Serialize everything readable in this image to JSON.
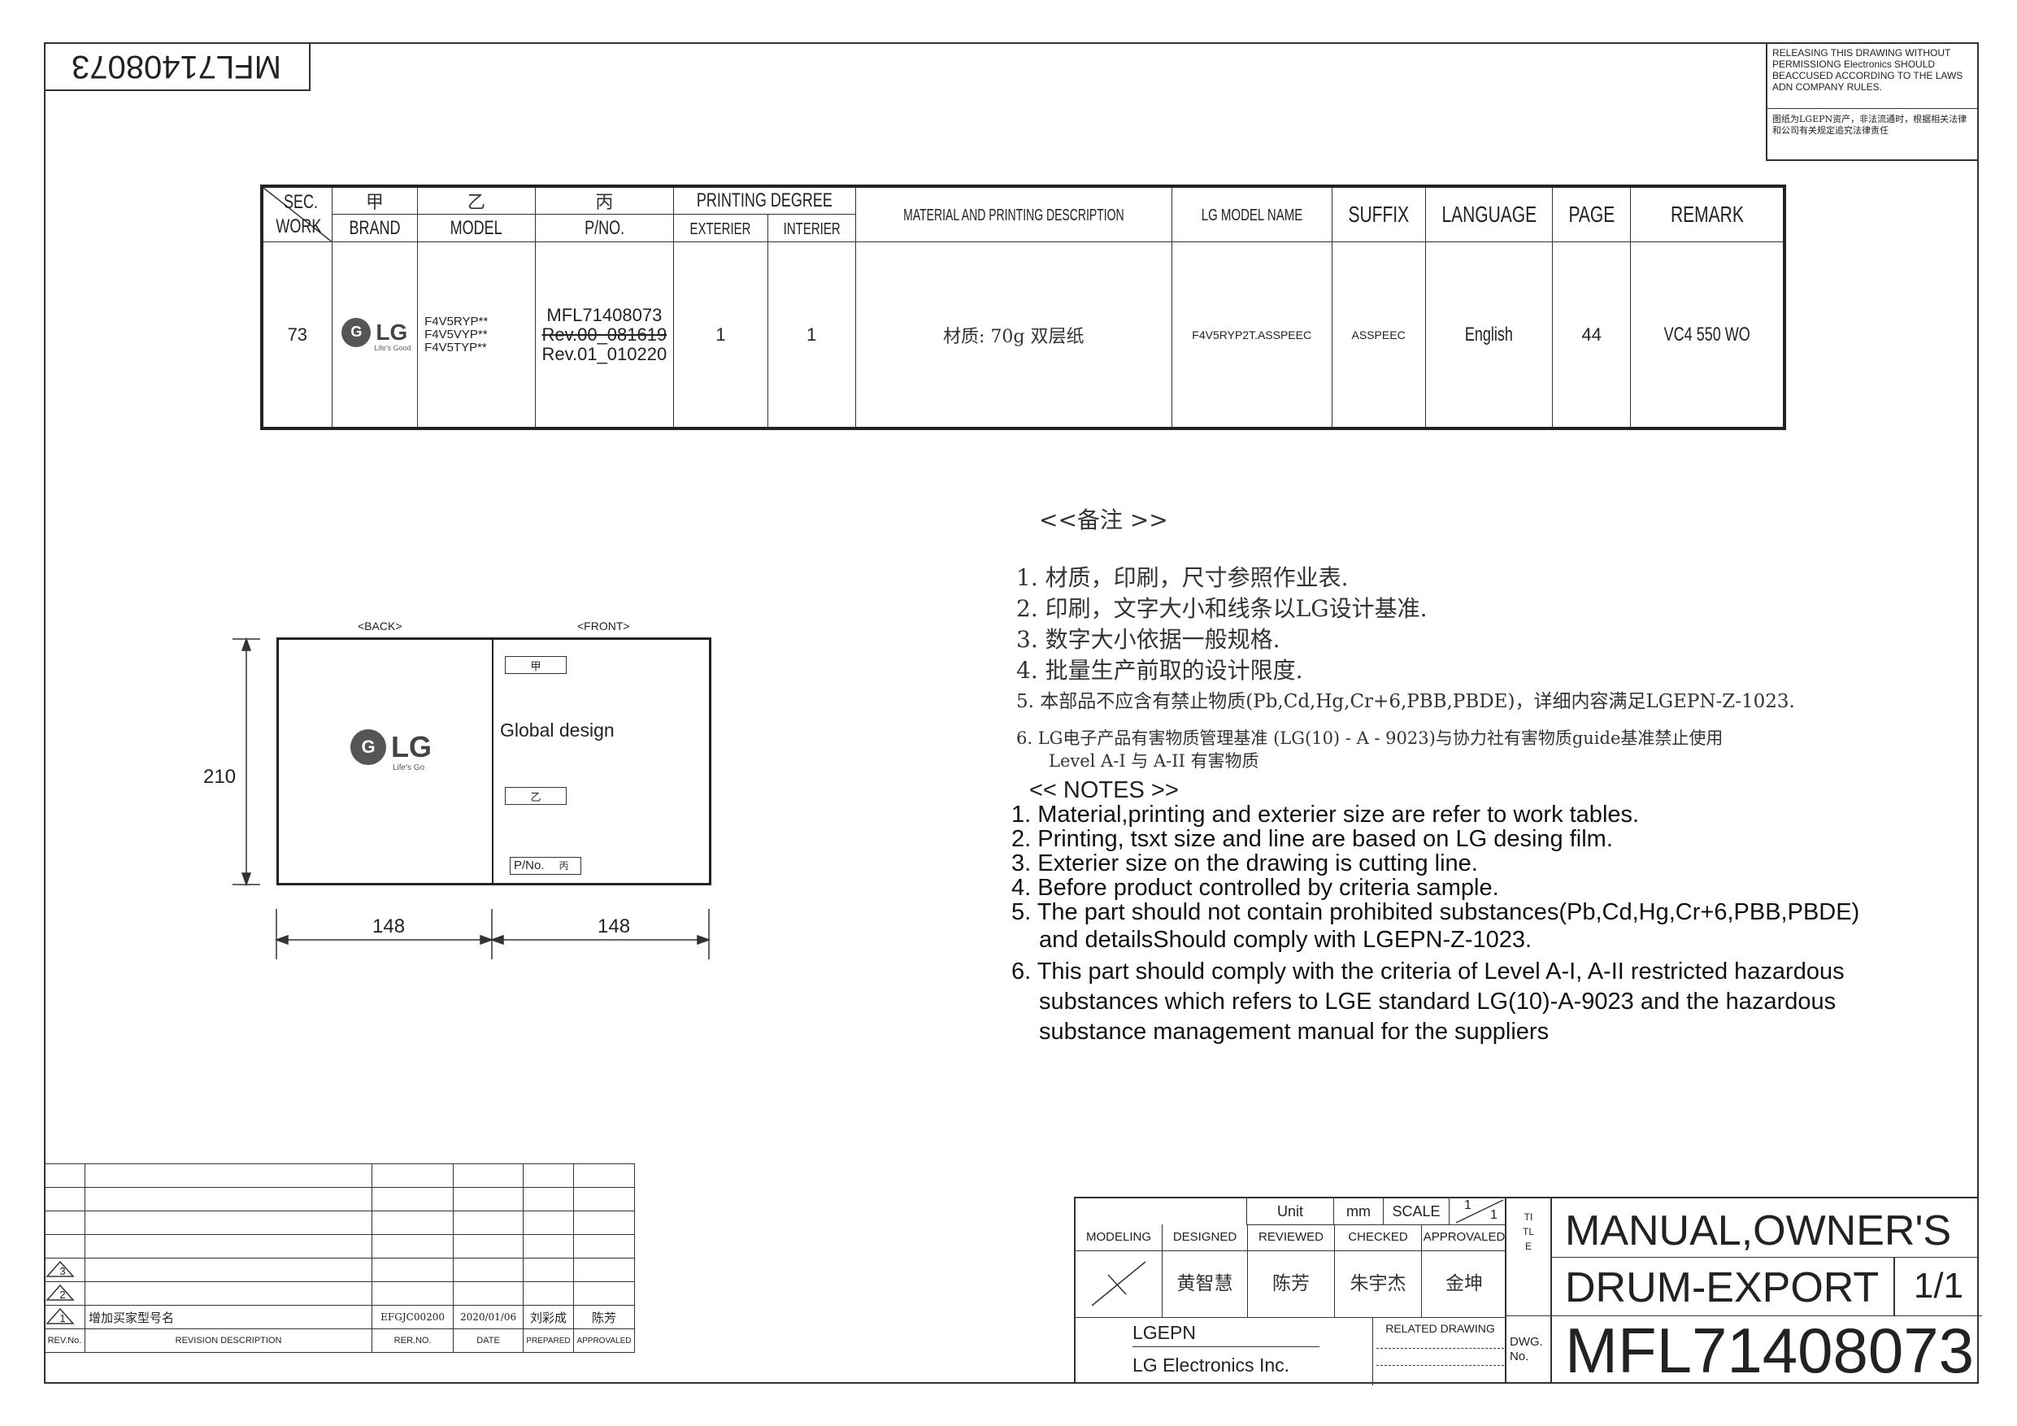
{
  "doc_number": "MFL71408073",
  "legal": {
    "en": "RELEASING THIS DRAWING WITHOUT PERMISSIONG Electronics SHOULD BEACCUSED ACCORDING TO THE LAWS ADN COMPANY RULES.",
    "cn": "图纸为LGEPN资产，非法流通时，根据相关法律和公司有关规定追究法律责任"
  },
  "spec": {
    "headers": {
      "sec": "SEC.",
      "work": "WORK",
      "col1_cn": "甲",
      "col1": "BRAND",
      "col2_cn": "乙",
      "col2": "MODEL",
      "col3_cn": "丙",
      "col3": "P/NO.",
      "printing": "PRINTING DEGREE",
      "exterier": "EXTERIER",
      "interier": "INTERIER",
      "material": "MATERIAL AND PRINTING DESCRIPTION",
      "model_name": "LG MODEL NAME",
      "suffix": "SUFFIX",
      "language": "LANGUAGE",
      "page": "PAGE",
      "remark": "REMARK"
    },
    "row": {
      "work": "73",
      "brand_logo": "LG",
      "brand_sub": "Life's Good",
      "models": [
        "F4V5RYP**",
        "F4V5VYP**",
        "F4V5TYP**"
      ],
      "pno": "MFL71408073",
      "rev_old": "Rev.00_081619",
      "rev_new": "Rev.01_010220",
      "exterier": "1",
      "interier": "1",
      "material": "材质: 70g 双层纸",
      "model_name": "F4V5RYP2T.ASSPEEC",
      "suffix": "ASSPEEC",
      "language": "English",
      "page": "44",
      "remark": "VC4 550 WO"
    }
  },
  "drawing": {
    "back": "<BACK>",
    "front": "<FRONT>",
    "logo": "LG",
    "logo_sub": "Life's Go",
    "front_box1": "甲",
    "global": "Global design",
    "front_box2": "乙",
    "pno_label": "P/No.",
    "pno_box": "丙",
    "dim_h": "210",
    "dim_w1": "148",
    "dim_w2": "148"
  },
  "notes_cn": {
    "title": "<<备注 >>",
    "items": [
      "1.  材质，印刷，尺寸参照作业表.",
      "2.  印刷，文字大小和线条以LG设计基准.",
      "3.  数字大小依据一般规格.",
      "4.  批量生产前取的设计限度.",
      "5.  本部品不应含有禁止物质(Pb,Cd,Hg,Cr+6,PBB,PBDE)，详细内容满足LGEPN-Z-1023.",
      "6.  LG电子产品有害物质管理基准 (LG(10) - A - 9023)与协力社有害物质guide基准禁止使用",
      "Level A-I 与 A-II 有害物质"
    ]
  },
  "notes_en": {
    "title": "<< NOTES >>",
    "items": [
      "1. Material,printing and exterier size are refer to work tables.",
      "2. Printing, tsxt  size and line are based on LG desing film.",
      "3. Exterier size on the drawing is cutting line.",
      "4. Before product controlled by criteria sample.",
      "5. The part should not contain prohibited substances(Pb,Cd,Hg,Cr+6,PBB,PBDE)",
      "and detailsShould comply with LGEPN-Z-1023.",
      "6. This part should comply with the criteria of Level A-I, A-II restricted hazardous",
      "substances which refers to LGE standard LG(10)-A-9023 and the hazardous",
      "substance management manual for the suppliers"
    ]
  },
  "revision": {
    "rev3": "3",
    "rev2": "2",
    "rev1": "1",
    "desc1": "增加买家型号名",
    "rer1": "EFGJC00200",
    "date1": "2020/01/06",
    "prep1": "刘彩成",
    "appr1": "陈芳",
    "h_rev": "REV.No.",
    "h_desc": "REVISION DESCRIPTION",
    "h_rer": "RER.NO.",
    "h_date": "DATE",
    "h_prep": "PREPARED",
    "h_appr": "APPROVALED"
  },
  "title_block": {
    "unit_label": "Unit",
    "unit": "mm",
    "scale_label": "SCALE",
    "scale_num": "1",
    "scale_den": "1",
    "modeling": "MODELING",
    "designed": "DESIGNED",
    "reviewed": "REVIEWED",
    "checked": "CHECKED",
    "approvaled": "APPROVALED",
    "designer": "黄智慧",
    "reviewer": "陈芳",
    "checker": "朱宇杰",
    "approver": "金坤",
    "title_vert": "TITLE",
    "title1": "MANUAL,OWNER'S",
    "title2": "DRUM-EXPORT",
    "sheet": "1/1",
    "company1": "LGEPN",
    "company2": "LG Electronics Inc.",
    "related": "RELATED DRAWING",
    "dwg1": "DWG.",
    "dwg2": "No.",
    "dwg_number": "MFL71408073"
  }
}
